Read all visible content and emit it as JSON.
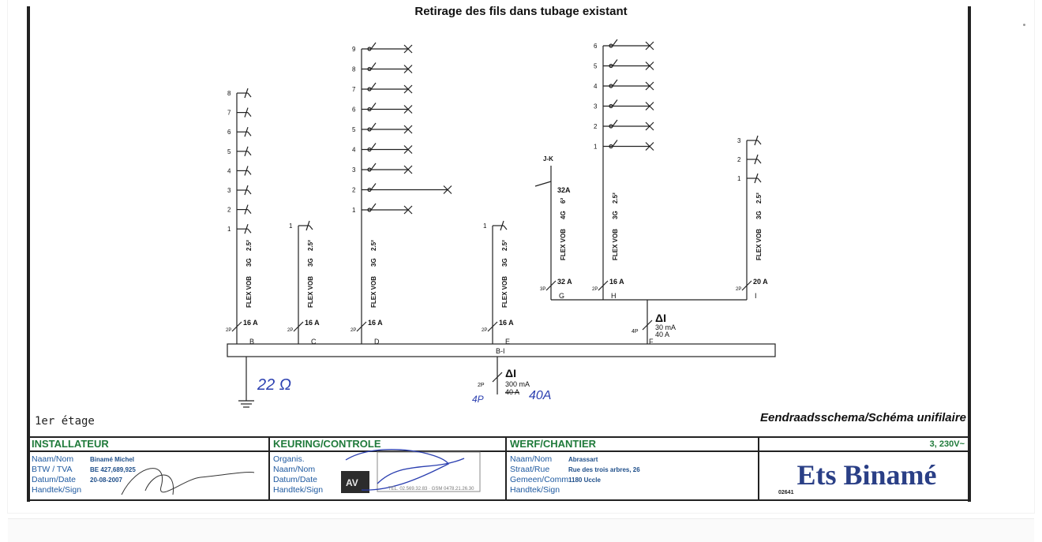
{
  "diagram": {
    "title": "Retirage des fils dans tubage existant",
    "floor_label": "1er étage",
    "schema_label": "Eendraadsschema/Schéma unifilaire",
    "main_bus_label": "B-I",
    "main_breaker": {
      "sensitivity": "300 mA",
      "rating": "40 A",
      "poles": "2P",
      "handwritten_rating": "40A",
      "handwritten_poles": "4P"
    },
    "delta_symbol": "ΔI",
    "earth_resistance": "22 Ω",
    "cable_types": {
      "flex": "FLEX VOB",
      "c3g": "3G",
      "c4g": "4G",
      "s25": "2.5²",
      "s6": "6²"
    },
    "circuits": [
      {
        "letter": "B",
        "breaker": "16 A",
        "poles": "2P",
        "points": [
          "1",
          "2",
          "3",
          "4",
          "5",
          "6",
          "7",
          "8"
        ]
      },
      {
        "letter": "C",
        "breaker": "16 A",
        "poles": "2P",
        "points": [
          "1"
        ]
      },
      {
        "letter": "D",
        "breaker": "16 A",
        "poles": "2P",
        "points": [
          "1",
          "2",
          "3",
          "4",
          "5",
          "6",
          "7",
          "8",
          "9"
        ]
      },
      {
        "letter": "E",
        "breaker": "16 A",
        "poles": "2P",
        "points": [
          "1"
        ]
      },
      {
        "letter": "G",
        "breaker": "32 A",
        "poles": "3P",
        "subpanel": "J-K",
        "sub_breaker": "32A"
      },
      {
        "letter": "H",
        "breaker": "16 A",
        "poles": "2P",
        "points": [
          "1",
          "2",
          "3",
          "4",
          "5",
          "6"
        ]
      },
      {
        "letter": "I",
        "breaker": "20 A",
        "poles": "2P",
        "points": [
          "1",
          "2",
          "3"
        ]
      }
    ],
    "sub_differential": {
      "letter": "F",
      "sensitivity": "30 mA",
      "rating": "40 A",
      "poles": "4P"
    }
  },
  "title_block": {
    "installer": {
      "header": "INSTALLATEUR",
      "rows": [
        {
          "label": "Naam/Nom",
          "value": "Binamé Michel"
        },
        {
          "label": "BTW / TVA",
          "value": "BE 427,689,925"
        },
        {
          "label": "Datum/Date",
          "value": "20-08-2007"
        },
        {
          "label": "Handtek/Sign",
          "value": ""
        }
      ]
    },
    "inspection": {
      "header": "KEURING/CONTROLE",
      "rows": [
        {
          "label": "Organis.",
          "value": ""
        },
        {
          "label": "Naam/Nom",
          "value": ""
        },
        {
          "label": "Datum/Date",
          "value": ""
        },
        {
          "label": "Handtek/Sign",
          "value": ""
        }
      ],
      "stamp_text": "TEL. 02.569.32.83 · GSM 0478.21.26.30"
    },
    "site": {
      "header": "WERF/CHANTIER",
      "rows": [
        {
          "label": "Naam/Nom",
          "value": "Abrassart"
        },
        {
          "label": "Straat/Rue",
          "value": "Rue des trois arbres, 26"
        },
        {
          "label": "Gemeen/Comm",
          "value": "1180 Uccle"
        },
        {
          "label": "Handtek/Sign",
          "value": ""
        }
      ]
    },
    "company": {
      "voltage": "3, 230V~",
      "name": "Ets Binamé",
      "code": "02641"
    }
  },
  "colors": {
    "ink": "#222222",
    "green_header": "#1f7a3a",
    "blue_text": "#1f5aa0",
    "brand_blue": "#2a3f86",
    "pen_blue": "#2b3fb0"
  }
}
